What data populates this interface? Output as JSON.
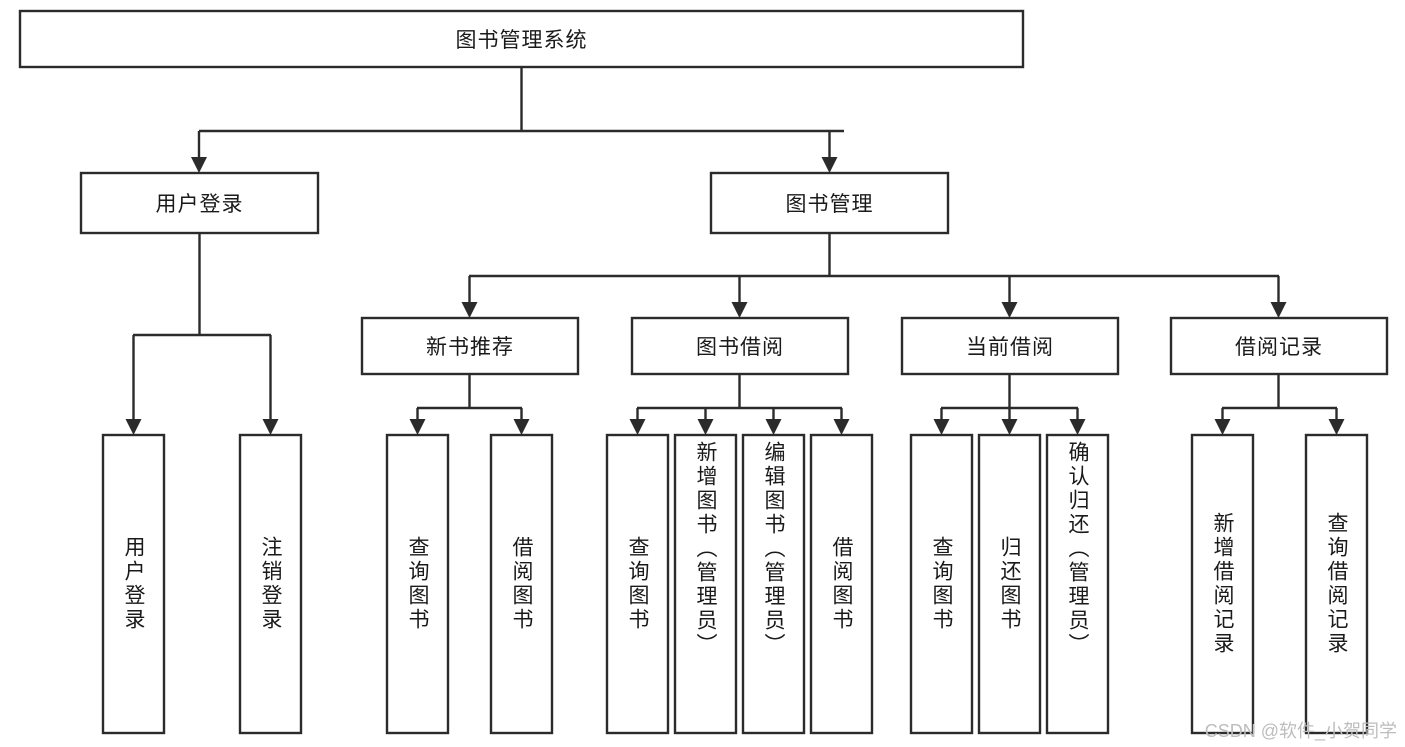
{
  "diagram": {
    "title": "图书管理系统",
    "watermark": "CSDN @软件_小贺同学",
    "colors": {
      "stroke": "#2b2b2b",
      "fill": "#ffffff",
      "text": "#1a1a1a",
      "watermark": "#bdbdbd"
    },
    "root": {
      "label": "图书管理系统"
    },
    "level2": [
      {
        "label": "用户登录"
      },
      {
        "label": "图书管理"
      }
    ],
    "level3": [
      {
        "label": "新书推荐"
      },
      {
        "label": "图书借阅"
      },
      {
        "label": "当前借阅"
      },
      {
        "label": "借阅记录"
      }
    ],
    "leaves": {
      "user_login": [
        {
          "label": "用户登录"
        },
        {
          "label": "注销登录"
        }
      ],
      "new_book_recommend": [
        {
          "label": "查询图书"
        },
        {
          "label": "借阅图书"
        }
      ],
      "book_borrow": [
        {
          "label": "查询图书"
        },
        {
          "label": "新增图书（管理员）"
        },
        {
          "label": "编辑图书（管理员）"
        },
        {
          "label": "借阅图书"
        }
      ],
      "current_borrow": [
        {
          "label": "查询图书"
        },
        {
          "label": "归还图书"
        },
        {
          "label": "确认归还（管理员）"
        }
      ],
      "borrow_record": [
        {
          "label": "新增借阅记录"
        },
        {
          "label": "查询借阅记录"
        }
      ]
    }
  }
}
